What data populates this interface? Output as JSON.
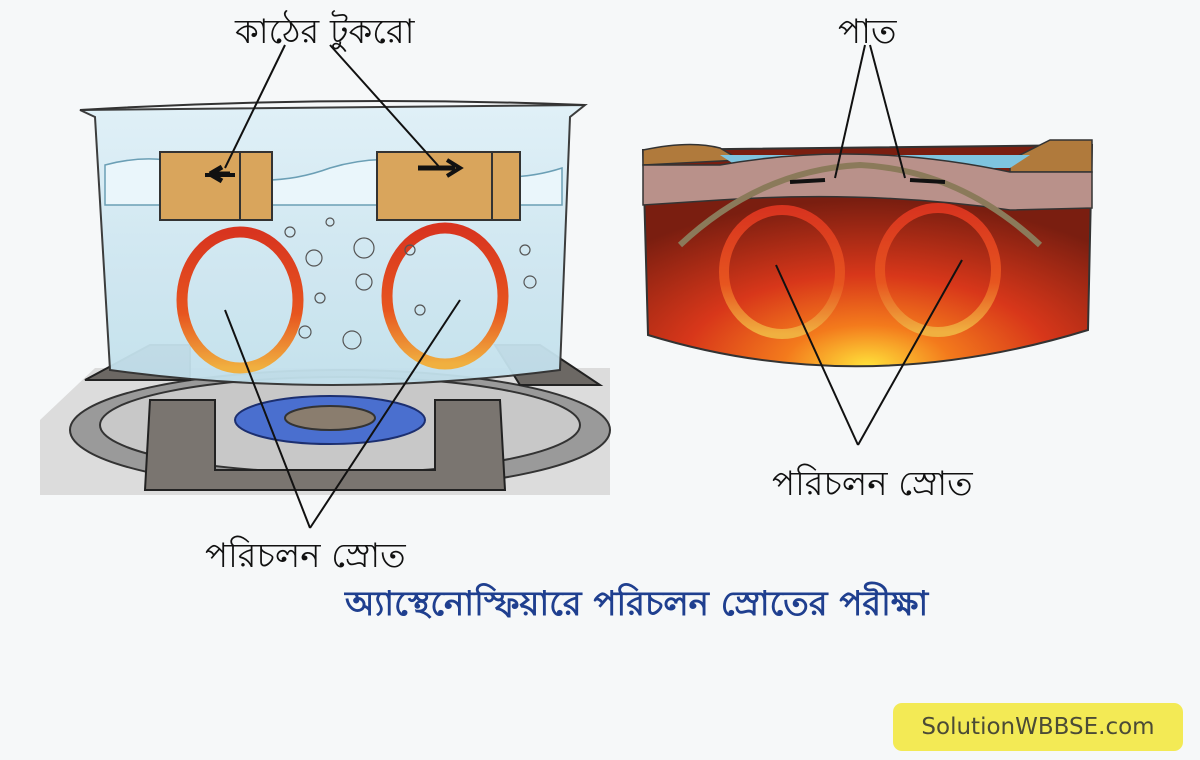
{
  "left_diagram": {
    "title": "Boiling water pot on gas stove",
    "label_top": "কাঠের টুকরো",
    "label_bottom": "পরিচলন স্রোত"
  },
  "right_diagram": {
    "title": "Earth mantle convection cross-section",
    "label_top": "পাত",
    "label_bottom": "পরিচলন স্রোত"
  },
  "caption": "অ্যাস্থেনোস্ফিয়ারে পরিচলন স্রোতের পরীক্ষা",
  "watermark": "SolutionWBBSE.com",
  "colors": {
    "caption": "#1f3f8f",
    "watermark_bg": "#f3ea55",
    "arrow_hot": "#d8341f",
    "arrow_warm": "#f0a030",
    "water": "#cfe8f2",
    "mantle_dark": "#7a1e10"
  }
}
